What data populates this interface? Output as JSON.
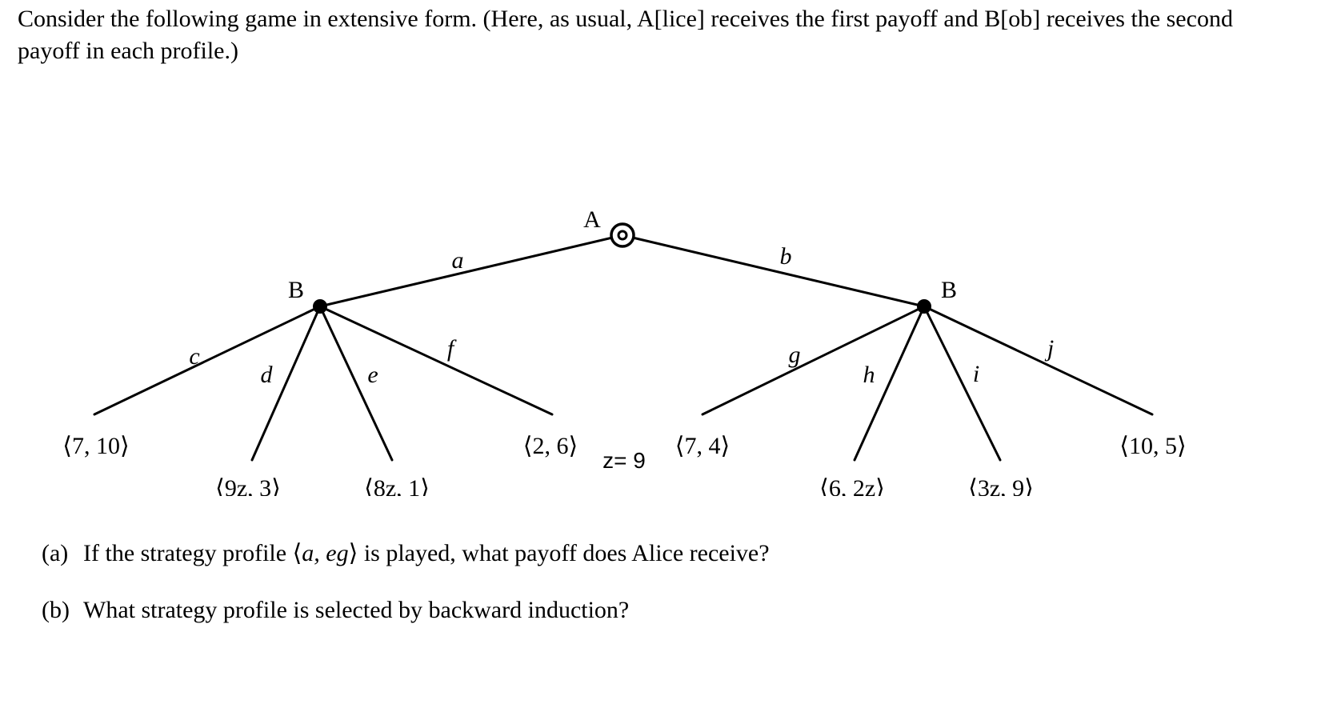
{
  "document": {
    "intro_text": "Consider the following game in extensive form. (Here, as usual, A[lice] receives the first payoff and B[ob] receives the second payoff in each profile.)"
  },
  "tree": {
    "root": {
      "player": "A",
      "node_style": "open-circle"
    },
    "left_node": {
      "player": "B",
      "node_style": "filled-dot"
    },
    "right_node": {
      "player": "B",
      "node_style": "filled-dot"
    },
    "root_edges": [
      {
        "label": "a",
        "target": "left_node"
      },
      {
        "label": "b",
        "target": "right_node"
      }
    ],
    "left_edges": [
      {
        "label": "c",
        "payoff": "⟨7, 10⟩",
        "payoff_a": "7",
        "payoff_b": "10"
      },
      {
        "label": "d",
        "payoff": "⟨9z, 3⟩",
        "payoff_a": "9z",
        "payoff_b": "3"
      },
      {
        "label": "e",
        "payoff": "⟨8z, 1⟩",
        "payoff_a": "8z",
        "payoff_b": "1"
      },
      {
        "label": "f",
        "payoff": "⟨2, 6⟩",
        "payoff_a": "2",
        "payoff_b": "6"
      }
    ],
    "right_edges": [
      {
        "label": "g",
        "payoff": "⟨7, 4⟩",
        "payoff_a": "7",
        "payoff_b": "4"
      },
      {
        "label": "h",
        "payoff": "⟨6, 2z⟩",
        "payoff_a": "6",
        "payoff_b": "2z"
      },
      {
        "label": "i",
        "payoff": "⟨3z, 9⟩",
        "payoff_a": "3z",
        "payoff_b": "9"
      },
      {
        "label": "j",
        "payoff": "⟨10, 5⟩",
        "payoff_a": "10",
        "payoff_b": "5"
      }
    ],
    "parameter_note": "z= 9"
  },
  "questions": [
    {
      "marker": "(a)",
      "text_before": "If the strategy profile ⟨",
      "profile": "a, eg",
      "text_after": "⟩ is played, what payoff does Alice receive?"
    },
    {
      "marker": "(b)",
      "text_before": "What strategy profile is selected by backward induction?",
      "profile": "",
      "text_after": ""
    }
  ],
  "colors": {
    "ink": "#000000",
    "background": "#ffffff"
  }
}
